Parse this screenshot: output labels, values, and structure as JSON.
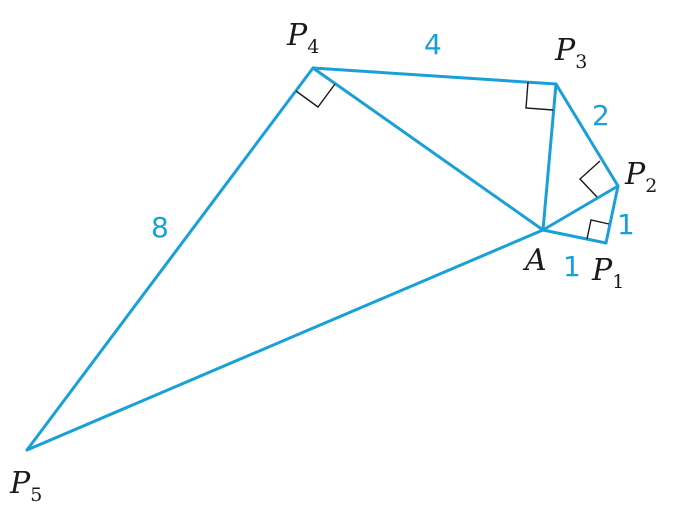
{
  "points": {
    "p1": {
      "letter": "P",
      "sub": "1"
    },
    "p2": {
      "letter": "P",
      "sub": "2"
    },
    "p3": {
      "letter": "P",
      "sub": "3"
    },
    "p4": {
      "letter": "P",
      "sub": "4"
    },
    "p5": {
      "letter": "P",
      "sub": "5"
    },
    "a": {
      "letter": "A"
    }
  },
  "lengths": {
    "a_p1": "1",
    "p1_p2": "1",
    "p2_p3": "2",
    "p3_p4": "4",
    "p4_p5": "8"
  },
  "colors": {
    "edge": "#1aa0d8",
    "label": "#1a1a1a"
  }
}
